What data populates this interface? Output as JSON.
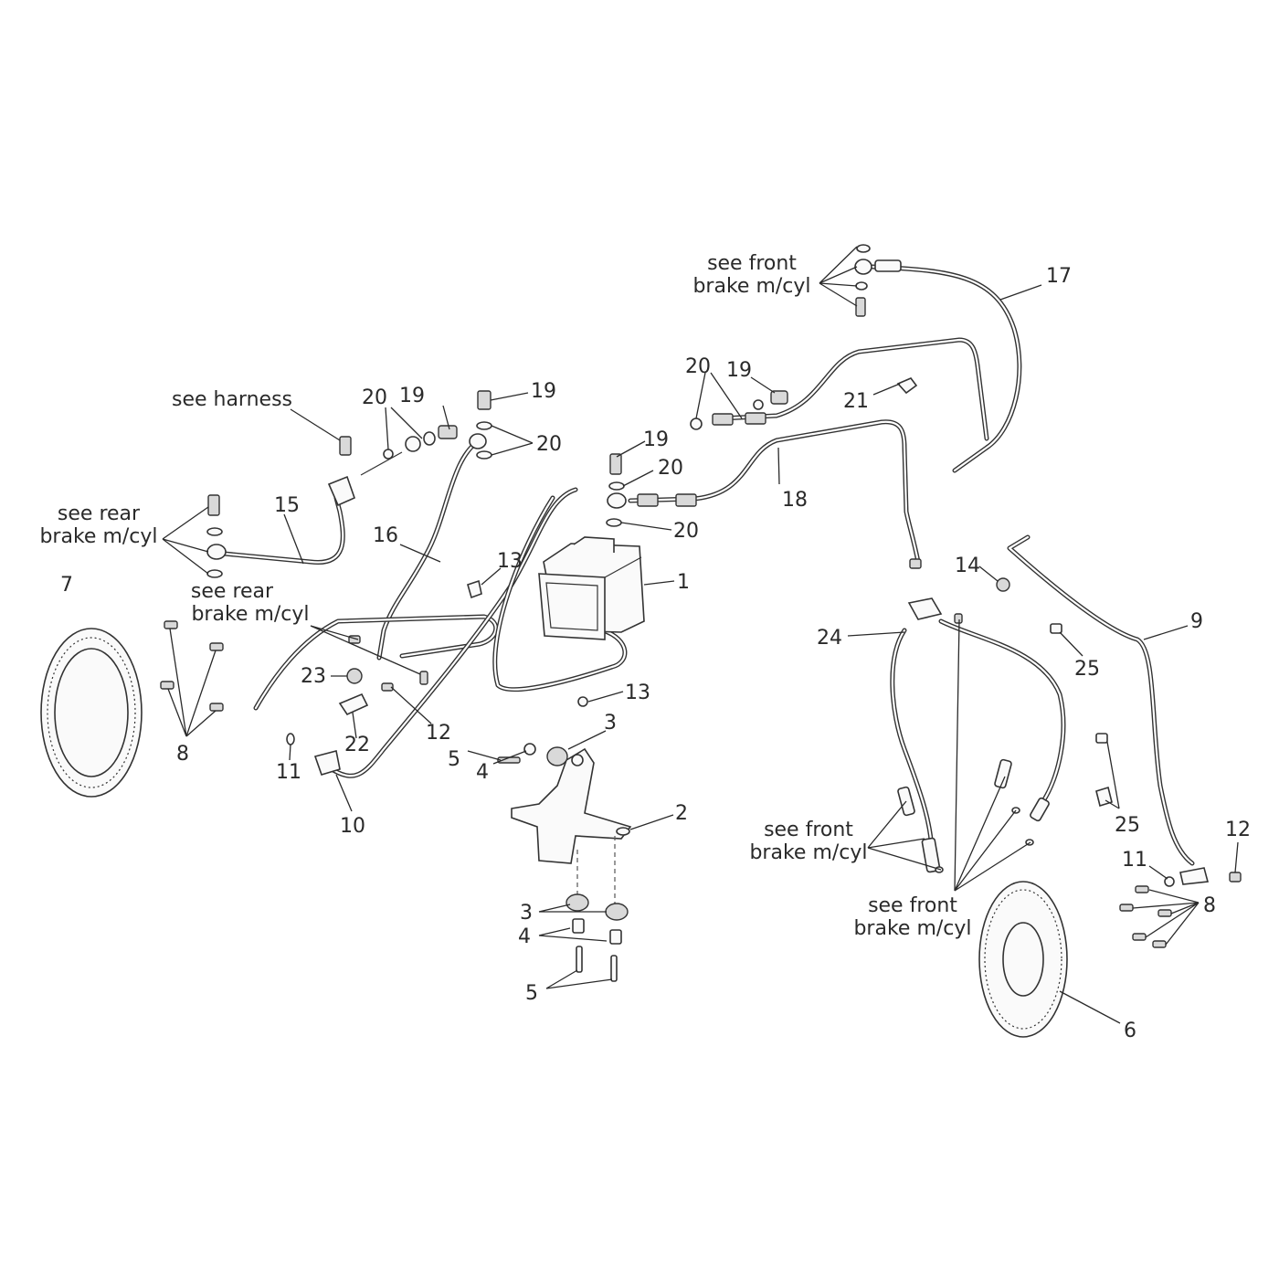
{
  "callouts": {
    "c1": "1",
    "c2": "2",
    "c3a": "3",
    "c3b": "3",
    "c4a": "4",
    "c4b": "4",
    "c5a": "5",
    "c5b": "5",
    "c6": "6",
    "c7": "7",
    "c8a": "8",
    "c8b": "8",
    "c9": "9",
    "c10": "10",
    "c11a": "11",
    "c11b": "11",
    "c12a": "12",
    "c12b": "12",
    "c13a": "13",
    "c13b": "13",
    "c14": "14",
    "c15": "15",
    "c16": "16",
    "c17": "17",
    "c18": "18",
    "c19a": "19",
    "c19b": "19",
    "c19c": "19",
    "c19d": "19",
    "c20a": "20",
    "c20b": "20",
    "c20c": "20",
    "c20d": "20",
    "c20e": "20",
    "c21": "21",
    "c22": "22",
    "c23": "23",
    "c24": "24",
    "c25a": "25",
    "c25b": "25"
  },
  "notes": {
    "harness": "see harness",
    "rear1_l1": "see rear",
    "rear1_l2": "brake m/cyl",
    "rear2_l1": "see rear",
    "rear2_l2": "brake m/cyl",
    "front_top_l1": "see front",
    "front_top_l2": "brake m/cyl",
    "front_mid_l1": "see front",
    "front_mid_l2": "brake m/cyl",
    "front_bot_l1": "see front",
    "front_bot_l2": "brake m/cyl"
  }
}
